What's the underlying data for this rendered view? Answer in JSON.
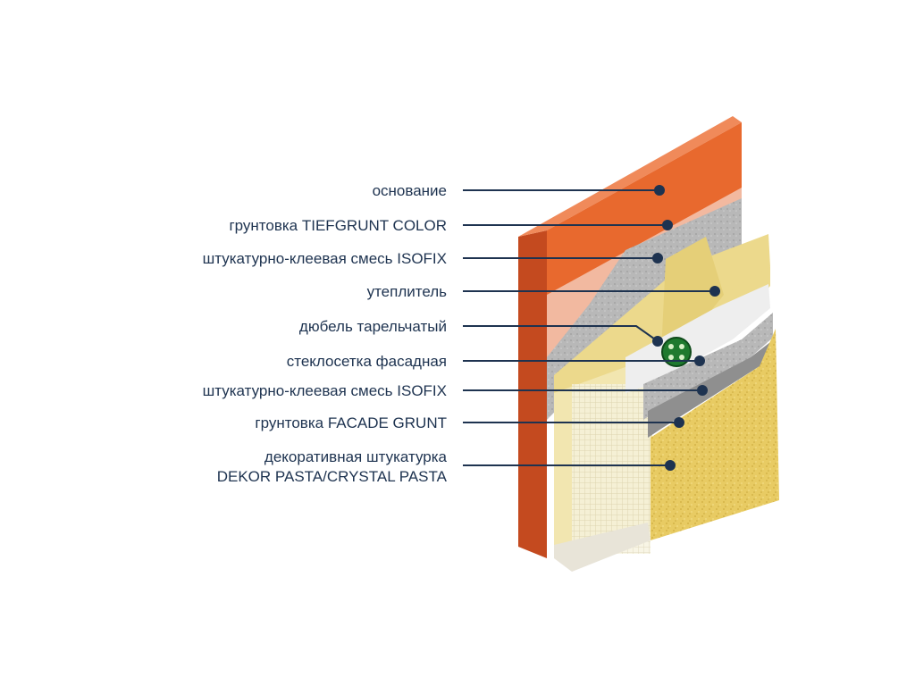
{
  "diagram": {
    "layers": [
      {
        "label": "основание"
      },
      {
        "label": "грунтовка TIEFGRUNT COLOR"
      },
      {
        "label": "штукатурно-клеевая смесь ISOFIX"
      },
      {
        "label": "утеплитель"
      },
      {
        "label": "дюбель тарельчатый"
      },
      {
        "label": "стеклосетка фасадная"
      },
      {
        "label": "штукатурно-клеевая смесь ISOFIX"
      },
      {
        "label": "грунтовка FACADE GRUNT"
      },
      {
        "label": "декоративная штукатурка"
      },
      {
        "label": "DEKOR PASTA/CRYSTAL PASTA"
      }
    ],
    "colors": {
      "brick_face": "#e8692e",
      "brick_top": "#f08a5a",
      "brick_side": "#c44a1f",
      "primer_pink": "#f2b9a0",
      "adhesive_gray": "#b9b9b9",
      "insulation_yellow": "#ecd98c",
      "insulation_side": "#f2e6b0",
      "mesh_white": "#efefef",
      "finish_plaster": "#e6c85c",
      "dowel_green": "#1f7a2e",
      "leader_line": "#1e3350"
    }
  }
}
